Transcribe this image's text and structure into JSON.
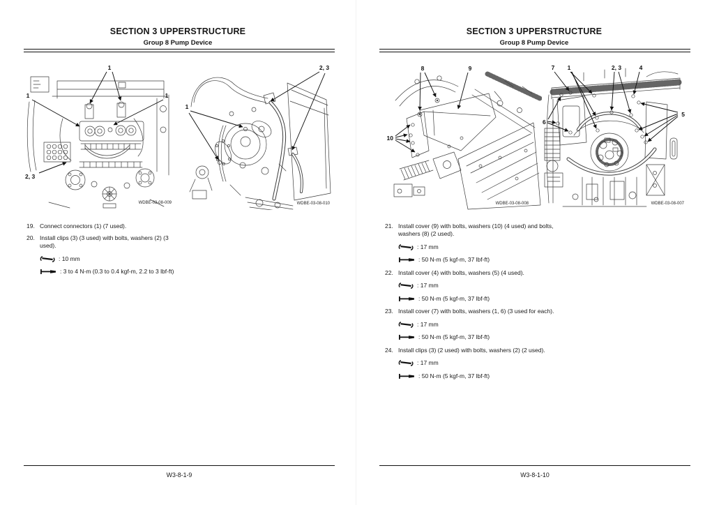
{
  "pages": [
    {
      "header": {
        "title": "SECTION 3 UPPERSTRUCTURE",
        "subtitle": "Group 8 Pump Device"
      },
      "footer": {
        "page_number": "W3-8-1-9"
      },
      "figures": [
        {
          "figure_id": "WDBE-03-08-009",
          "callouts": [
            "1",
            "1",
            "1",
            "2, 3"
          ]
        },
        {
          "figure_id": "WDBE-03-08-010",
          "callouts": [
            "2, 3",
            "1"
          ]
        }
      ],
      "steps": [
        {
          "number": "19.",
          "text": "Connect connectors (1) (7 used).",
          "specs": []
        },
        {
          "number": "20.",
          "text": "Install clips (3) (3 used) with bolts, washers (2) (3 used).",
          "specs": [
            {
              "icon": "wrench-icon",
              "value": ": 10 mm"
            },
            {
              "icon": "torque-wrench-icon",
              "value": ": 3 to 4 N-m (0.3 to 0.4 kgf-m, 2.2 to 3 lbf-ft)"
            }
          ]
        }
      ]
    },
    {
      "header": {
        "title": "SECTION 3 UPPERSTRUCTURE",
        "subtitle": "Group 8 Pump Device"
      },
      "footer": {
        "page_number": "W3-8-1-10"
      },
      "figures": [
        {
          "figure_id": "WDBE-03-08-008",
          "callouts": [
            "8",
            "9",
            "10"
          ]
        },
        {
          "figure_id": "WDBE-03-08-007",
          "callouts": [
            "7",
            "1",
            "2, 3",
            "4",
            "5",
            "6"
          ]
        }
      ],
      "steps": [
        {
          "number": "21.",
          "text": "Install cover (9) with bolts, washers (10) (4 used) and bolts, washers (8) (2 used).",
          "specs": [
            {
              "icon": "wrench-icon",
              "value": ": 17 mm"
            },
            {
              "icon": "torque-wrench-icon",
              "value": ": 50 N-m (5 kgf-m, 37 lbf-ft)"
            }
          ]
        },
        {
          "number": "22.",
          "text": "Install cover (4) with bolts, washers (5) (4 used).",
          "specs": [
            {
              "icon": "wrench-icon",
              "value": ": 17 mm"
            },
            {
              "icon": "torque-wrench-icon",
              "value": ": 50 N-m (5 kgf-m, 37 lbf-ft)"
            }
          ]
        },
        {
          "number": "23.",
          "text": "Install cover (7) with bolts, washers (1, 6) (3 used for each).",
          "specs": [
            {
              "icon": "wrench-icon",
              "value": ": 17 mm"
            },
            {
              "icon": "torque-wrench-icon",
              "value": ": 50 N-m (5 kgf-m, 37 lbf-ft)"
            }
          ]
        },
        {
          "number": "24.",
          "text": "Install clips (3) (2 used) with bolts, washers (2) (2 used).",
          "specs": [
            {
              "icon": "wrench-icon",
              "value": ": 17 mm"
            },
            {
              "icon": "torque-wrench-icon",
              "value": ": 50 N-m (5 kgf-m, 37 lbf-ft)"
            }
          ]
        }
      ]
    }
  ]
}
